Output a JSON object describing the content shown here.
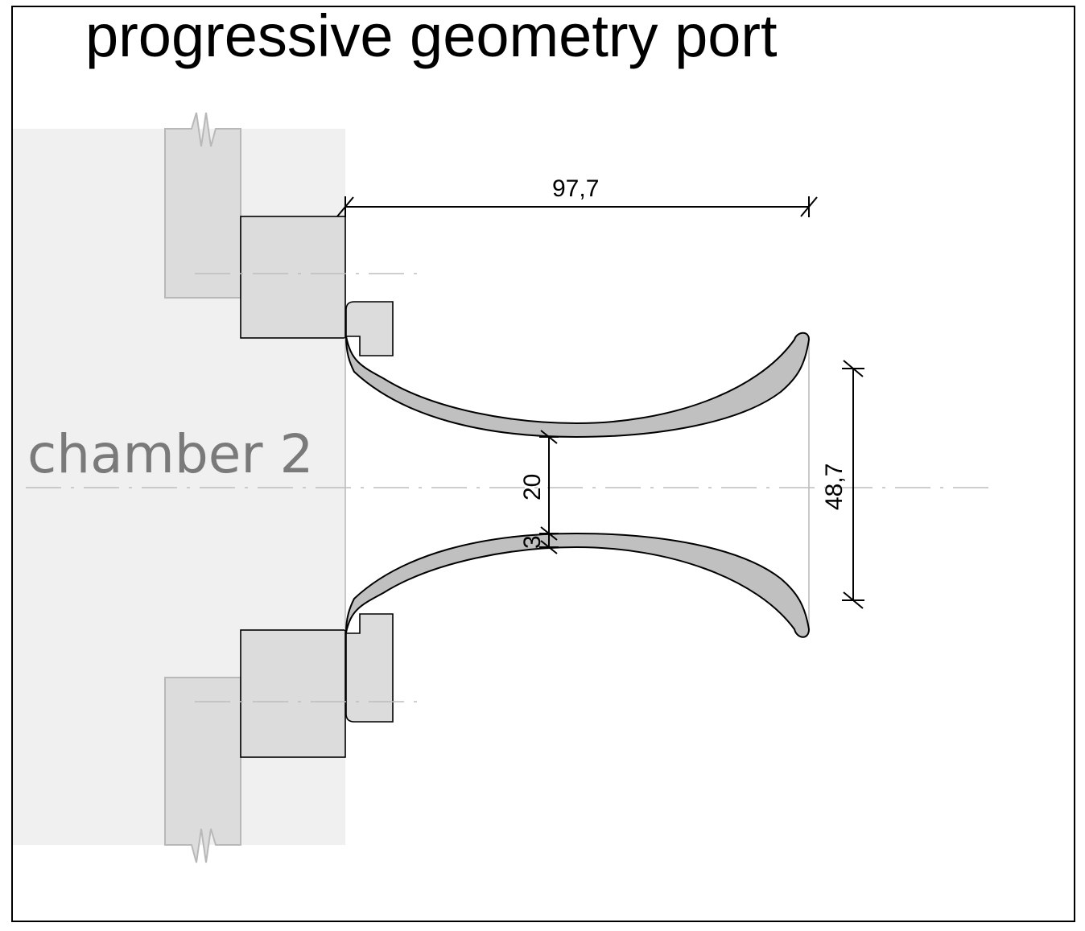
{
  "title": "progressive geometry port",
  "chamber_label": "chamber 2",
  "dimensions": {
    "length": "97,7",
    "mouth_opening": "48,7",
    "throat_gap": "20",
    "wall_thickness": "3"
  },
  "colors": {
    "frame": "#000000",
    "chamber_fill": "#f0f0f0",
    "part_fill": "#dcdcdc",
    "flare_fill": "#c0c0c0",
    "chamber_label": "#7a7a7a",
    "centerline": "#bdbdbd"
  }
}
